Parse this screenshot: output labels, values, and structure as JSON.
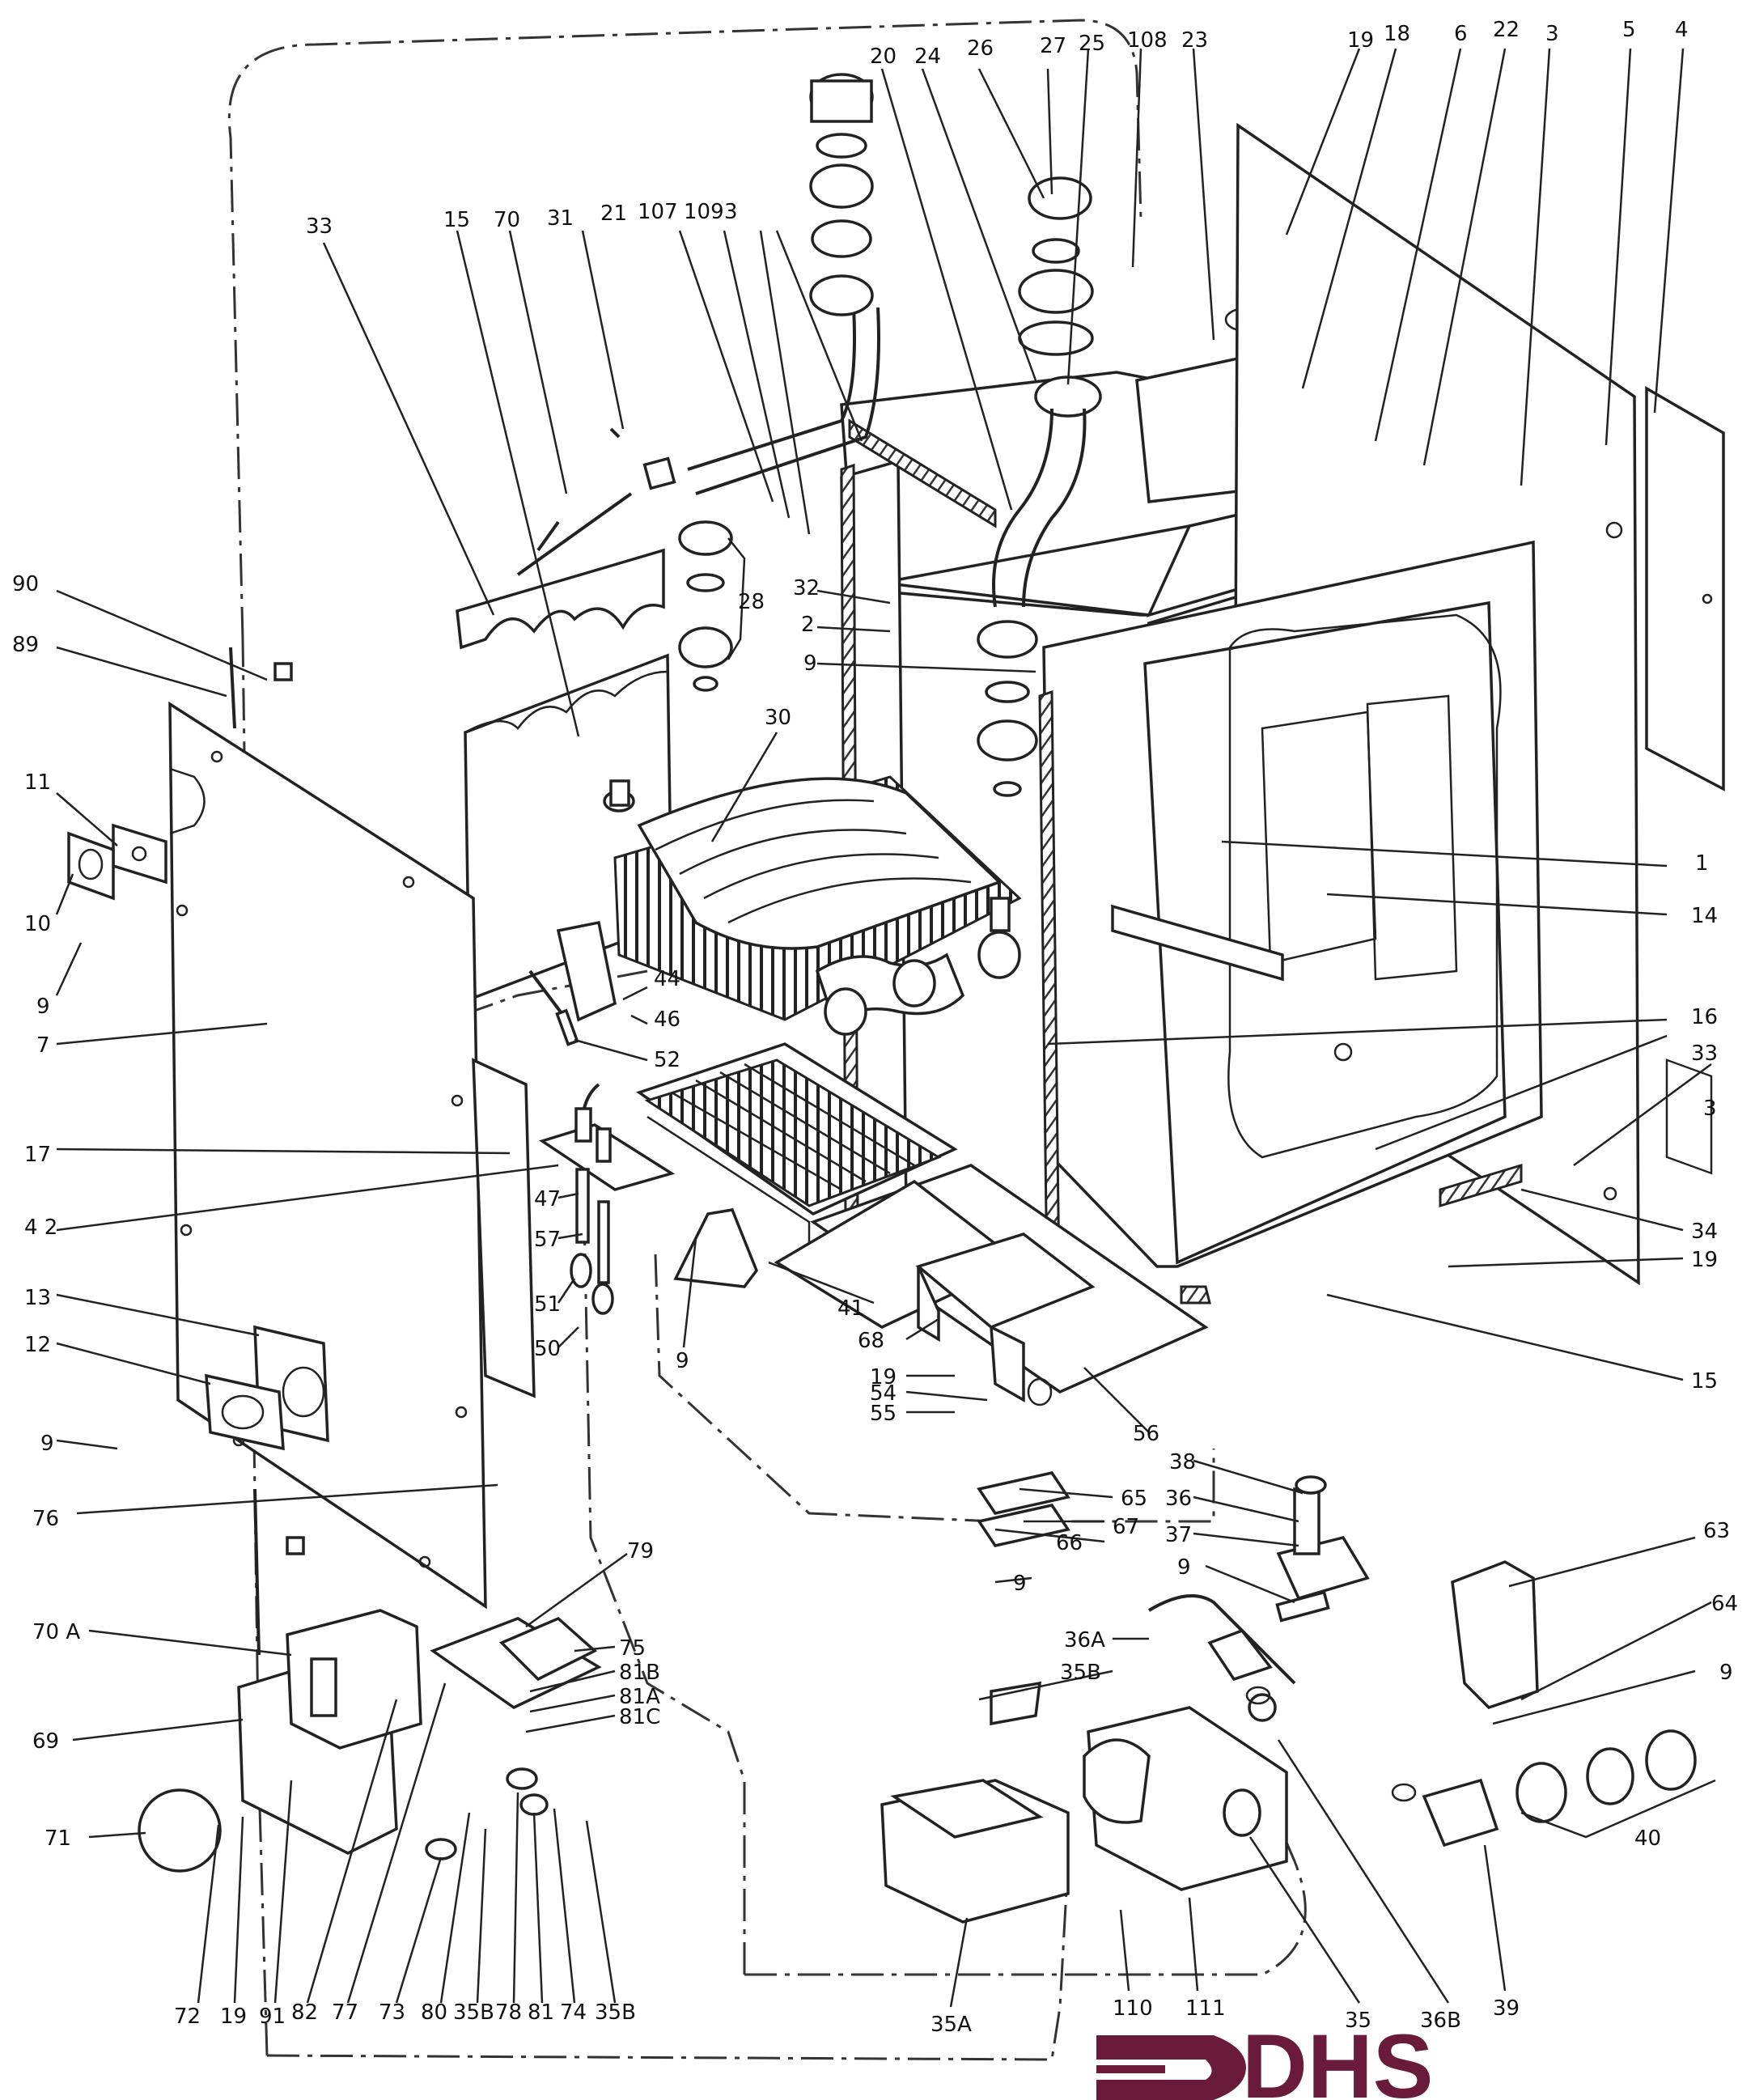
{
  "diagram": {
    "type": "exploded-parts-diagram",
    "labels": [
      {
        "id": "l20",
        "text": "20"
      },
      {
        "id": "l24",
        "text": "24"
      },
      {
        "id": "l26",
        "text": "26"
      },
      {
        "id": "l27",
        "text": "27"
      },
      {
        "id": "l25",
        "text": "25"
      },
      {
        "id": "l108",
        "text": "108"
      },
      {
        "id": "l23",
        "text": "23"
      },
      {
        "id": "l19a",
        "text": "19"
      },
      {
        "id": "l18",
        "text": "18"
      },
      {
        "id": "l6",
        "text": "6"
      },
      {
        "id": "l22",
        "text": "22"
      },
      {
        "id": "l3a",
        "text": "3"
      },
      {
        "id": "l5",
        "text": "5"
      },
      {
        "id": "l4",
        "text": "4"
      },
      {
        "id": "l33a",
        "text": "33"
      },
      {
        "id": "l15a",
        "text": "15"
      },
      {
        "id": "l70",
        "text": "70"
      },
      {
        "id": "l31",
        "text": "31"
      },
      {
        "id": "l21",
        "text": "21"
      },
      {
        "id": "l107",
        "text": "107"
      },
      {
        "id": "l109",
        "text": "109"
      },
      {
        "id": "l3b",
        "text": "3"
      },
      {
        "id": "l28",
        "text": "28"
      },
      {
        "id": "l32",
        "text": "32"
      },
      {
        "id": "l2",
        "text": "2"
      },
      {
        "id": "l9a",
        "text": "9"
      },
      {
        "id": "l30",
        "text": "30"
      },
      {
        "id": "l90",
        "text": "90"
      },
      {
        "id": "l89",
        "text": "89"
      },
      {
        "id": "l11",
        "text": "11"
      },
      {
        "id": "l10",
        "text": "10"
      },
      {
        "id": "l9b",
        "text": "9"
      },
      {
        "id": "l7",
        "text": "7"
      },
      {
        "id": "l44",
        "text": "44"
      },
      {
        "id": "l46",
        "text": "46"
      },
      {
        "id": "l52",
        "text": "52"
      },
      {
        "id": "l1",
        "text": "1"
      },
      {
        "id": "l14",
        "text": "14"
      },
      {
        "id": "l16",
        "text": "16"
      },
      {
        "id": "l33b",
        "text": "33"
      },
      {
        "id": "l3c",
        "text": "3"
      },
      {
        "id": "l17",
        "text": "17"
      },
      {
        "id": "l42",
        "text": "4 2"
      },
      {
        "id": "l47",
        "text": "47"
      },
      {
        "id": "l57",
        "text": "57"
      },
      {
        "id": "l51",
        "text": "51"
      },
      {
        "id": "l50",
        "text": "50"
      },
      {
        "id": "l9c",
        "text": "9"
      },
      {
        "id": "l41",
        "text": "41"
      },
      {
        "id": "l68",
        "text": "68"
      },
      {
        "id": "l34",
        "text": "34"
      },
      {
        "id": "l19b",
        "text": "19"
      },
      {
        "id": "l15b",
        "text": "15"
      },
      {
        "id": "l13",
        "text": "13"
      },
      {
        "id": "l12",
        "text": "12"
      },
      {
        "id": "l9d",
        "text": "9"
      },
      {
        "id": "l19c",
        "text": "19"
      },
      {
        "id": "l54",
        "text": "54"
      },
      {
        "id": "l55",
        "text": "55"
      },
      {
        "id": "l56",
        "text": "56"
      },
      {
        "id": "l76",
        "text": "76"
      },
      {
        "id": "l79",
        "text": "79"
      },
      {
        "id": "l75",
        "text": "75"
      },
      {
        "id": "l81b",
        "text": "81B"
      },
      {
        "id": "l81a",
        "text": "81A"
      },
      {
        "id": "l81c",
        "text": "81C"
      },
      {
        "id": "l70a",
        "text": "70 A"
      },
      {
        "id": "l69",
        "text": "69"
      },
      {
        "id": "l71",
        "text": "71"
      },
      {
        "id": "l65",
        "text": "65"
      },
      {
        "id": "l66",
        "text": "66"
      },
      {
        "id": "l67",
        "text": "67"
      },
      {
        "id": "l9e",
        "text": "9"
      },
      {
        "id": "l38",
        "text": "38"
      },
      {
        "id": "l36",
        "text": "36"
      },
      {
        "id": "l37",
        "text": "37"
      },
      {
        "id": "l9f",
        "text": "9"
      },
      {
        "id": "l36a",
        "text": "36A"
      },
      {
        "id": "l35b1",
        "text": "35B"
      },
      {
        "id": "l63",
        "text": "63"
      },
      {
        "id": "l64",
        "text": "64"
      },
      {
        "id": "l9g",
        "text": "9"
      },
      {
        "id": "l40",
        "text": "40"
      },
      {
        "id": "l72",
        "text": "72"
      },
      {
        "id": "l19d",
        "text": "19"
      },
      {
        "id": "l91",
        "text": "91"
      },
      {
        "id": "l82",
        "text": "82"
      },
      {
        "id": "l77",
        "text": "77"
      },
      {
        "id": "l73",
        "text": "73"
      },
      {
        "id": "l80",
        "text": "80"
      },
      {
        "id": "l35b2",
        "text": "35B"
      },
      {
        "id": "l78",
        "text": "78"
      },
      {
        "id": "l81",
        "text": "81"
      },
      {
        "id": "l74",
        "text": "74"
      },
      {
        "id": "l35b3",
        "text": "35B"
      },
      {
        "id": "l35a",
        "text": "35A"
      },
      {
        "id": "l110",
        "text": "110"
      },
      {
        "id": "l111",
        "text": "111"
      },
      {
        "id": "l35",
        "text": "35"
      },
      {
        "id": "l36b",
        "text": "36B"
      },
      {
        "id": "l39",
        "text": "39"
      }
    ]
  },
  "logo": {
    "text": "DHS",
    "color": "#6b1b3a"
  }
}
